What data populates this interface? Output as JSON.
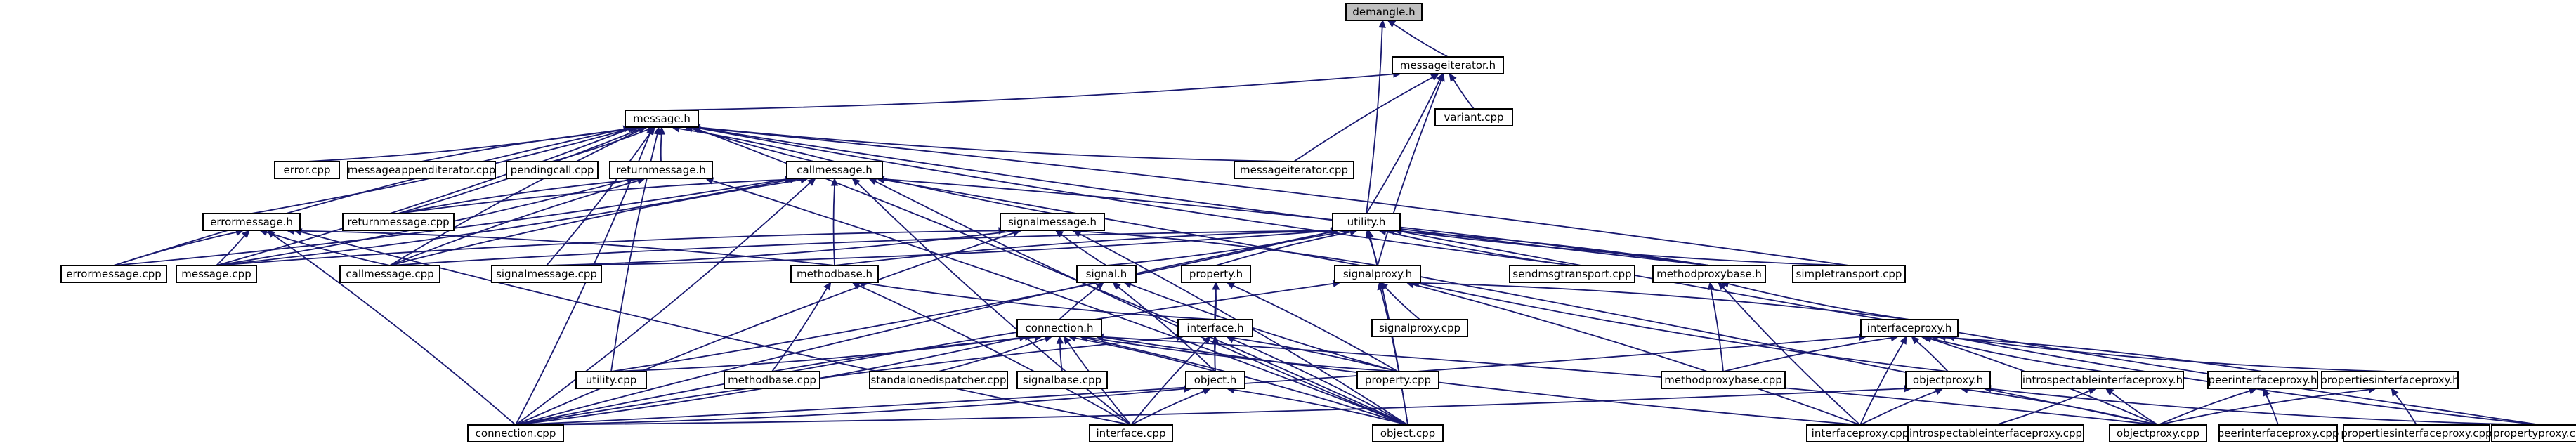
{
  "nodes": [
    {
      "id": "demangle_h",
      "label": "demangle.h",
      "root": true
    },
    {
      "id": "messageiterator_h",
      "label": "messageiterator.h"
    },
    {
      "id": "variant_cpp",
      "label": "variant.cpp"
    },
    {
      "id": "message_h",
      "label": "message.h"
    },
    {
      "id": "error_cpp",
      "label": "error.cpp"
    },
    {
      "id": "messageappenditerator_cpp",
      "label": "messageappenditerator.cpp"
    },
    {
      "id": "pendingcall_cpp",
      "label": "pendingcall.cpp"
    },
    {
      "id": "returnmessage_h",
      "label": "returnmessage.h"
    },
    {
      "id": "callmessage_h",
      "label": "callmessage.h"
    },
    {
      "id": "messageiterator_cpp",
      "label": "messageiterator.cpp"
    },
    {
      "id": "returnmessage_cpp",
      "label": "returnmessage.cpp"
    },
    {
      "id": "errormessage_h",
      "label": "errormessage.h"
    },
    {
      "id": "signalmessage_h",
      "label": "signalmessage.h"
    },
    {
      "id": "utility_h",
      "label": "utility.h"
    },
    {
      "id": "errormessage_cpp",
      "label": "errormessage.cpp"
    },
    {
      "id": "message_cpp",
      "label": "message.cpp"
    },
    {
      "id": "callmessage_cpp",
      "label": "callmessage.cpp"
    },
    {
      "id": "signalmessage_cpp",
      "label": "signalmessage.cpp"
    },
    {
      "id": "methodbase_h",
      "label": "methodbase.h"
    },
    {
      "id": "signal_h",
      "label": "signal.h"
    },
    {
      "id": "property_h",
      "label": "property.h"
    },
    {
      "id": "signalproxy_h",
      "label": "signalproxy.h"
    },
    {
      "id": "sendmsgtransport_cpp",
      "label": "sendmsgtransport.cpp"
    },
    {
      "id": "methodproxybase_h",
      "label": "methodproxybase.h"
    },
    {
      "id": "simpletransport_cpp",
      "label": "simpletransport.cpp"
    },
    {
      "id": "connection_h",
      "label": "connection.h"
    },
    {
      "id": "interface_h",
      "label": "interface.h"
    },
    {
      "id": "signalproxy_cpp",
      "label": "signalproxy.cpp"
    },
    {
      "id": "interfaceproxy_h",
      "label": "interfaceproxy.h"
    },
    {
      "id": "utility_cpp",
      "label": "utility.cpp"
    },
    {
      "id": "methodbase_cpp",
      "label": "methodbase.cpp"
    },
    {
      "id": "standalonedispatcher_cpp",
      "label": "standalonedispatcher.cpp"
    },
    {
      "id": "signalbase_cpp",
      "label": "signalbase.cpp"
    },
    {
      "id": "object_h",
      "label": "object.h"
    },
    {
      "id": "property_cpp",
      "label": "property.cpp"
    },
    {
      "id": "methodproxybase_cpp",
      "label": "methodproxybase.cpp"
    },
    {
      "id": "objectproxy_h",
      "label": "objectproxy.h"
    },
    {
      "id": "introspectableinterfaceproxy_h",
      "label": "introspectableinterfaceproxy.h"
    },
    {
      "id": "peerinterfaceproxy_h",
      "label": "peerinterfaceproxy.h"
    },
    {
      "id": "propertiesinterfaceproxy_h",
      "label": "propertiesinterfaceproxy.h"
    },
    {
      "id": "connection_cpp",
      "label": "connection.cpp"
    },
    {
      "id": "interface_cpp",
      "label": "interface.cpp"
    },
    {
      "id": "object_cpp",
      "label": "object.cpp"
    },
    {
      "id": "interfaceproxy_cpp",
      "label": "interfaceproxy.cpp"
    },
    {
      "id": "introspectableinterfaceproxy_cpp",
      "label": "introspectableinterfaceproxy.cpp"
    },
    {
      "id": "objectproxy_cpp",
      "label": "objectproxy.cpp"
    },
    {
      "id": "peerinterfaceproxy_cpp",
      "label": "peerinterfaceproxy.cpp"
    },
    {
      "id": "propertiesinterfaceproxy_cpp",
      "label": "propertiesinterfaceproxy.cpp"
    },
    {
      "id": "propertyproxy_cpp",
      "label": "propertyproxy.cpp"
    }
  ],
  "edges": [
    [
      "messageiterator_h",
      "demangle_h"
    ],
    [
      "utility_h",
      "demangle_h"
    ],
    [
      "variant_cpp",
      "messageiterator_h"
    ],
    [
      "message_h",
      "messageiterator_h"
    ],
    [
      "messageiterator_cpp",
      "messageiterator_h"
    ],
    [
      "utility_h",
      "messageiterator_h"
    ],
    [
      "signalproxy_h",
      "messageiterator_h"
    ],
    [
      "error_cpp",
      "message_h"
    ],
    [
      "messageappenditerator_cpp",
      "message_h"
    ],
    [
      "pendingcall_cpp",
      "message_h"
    ],
    [
      "returnmessage_h",
      "message_h"
    ],
    [
      "callmessage_h",
      "message_h"
    ],
    [
      "messageiterator_cpp",
      "message_h"
    ],
    [
      "errormessage_h",
      "message_h"
    ],
    [
      "signalmessage_h",
      "message_h"
    ],
    [
      "message_cpp",
      "message_h"
    ],
    [
      "errormessage_cpp",
      "message_h"
    ],
    [
      "returnmessage_cpp",
      "message_h"
    ],
    [
      "callmessage_cpp",
      "message_h"
    ],
    [
      "signalmessage_cpp",
      "message_h"
    ],
    [
      "utility_cpp",
      "message_h"
    ],
    [
      "connection_cpp",
      "message_h"
    ],
    [
      "sendmsgtransport_cpp",
      "message_h"
    ],
    [
      "simpletransport_cpp",
      "message_h"
    ],
    [
      "methodproxybase_h",
      "message_h"
    ],
    [
      "object_cpp",
      "message_h"
    ],
    [
      "returnmessage_cpp",
      "returnmessage_h"
    ],
    [
      "message_cpp",
      "returnmessage_h"
    ],
    [
      "callmessage_cpp",
      "returnmessage_h"
    ],
    [
      "object_cpp",
      "returnmessage_h"
    ],
    [
      "methodbase_h",
      "callmessage_h"
    ],
    [
      "message_cpp",
      "callmessage_h"
    ],
    [
      "callmessage_cpp",
      "callmessage_h"
    ],
    [
      "connection_cpp",
      "callmessage_h"
    ],
    [
      "interface_cpp",
      "callmessage_h"
    ],
    [
      "errormessage_cpp",
      "callmessage_h"
    ],
    [
      "returnmessage_cpp",
      "callmessage_h"
    ],
    [
      "methodproxybase_h",
      "callmessage_h"
    ],
    [
      "object_cpp",
      "callmessage_h"
    ],
    [
      "objectproxy_cpp",
      "callmessage_h"
    ],
    [
      "errormessage_cpp",
      "errormessage_h"
    ],
    [
      "message_cpp",
      "errormessage_h"
    ],
    [
      "callmessage_cpp",
      "errormessage_h"
    ],
    [
      "connection_cpp",
      "errormessage_h"
    ],
    [
      "interface_cpp",
      "errormessage_h"
    ],
    [
      "methodbase_h",
      "errormessage_h"
    ],
    [
      "message_cpp",
      "signalmessage_h"
    ],
    [
      "signalmessage_cpp",
      "signalmessage_h"
    ],
    [
      "signal_h",
      "signalmessage_h"
    ],
    [
      "signalproxy_h",
      "signalmessage_h"
    ],
    [
      "connection_cpp",
      "signalmessage_h"
    ],
    [
      "object_cpp",
      "signalmessage_h"
    ],
    [
      "callmessage_cpp",
      "utility_h"
    ],
    [
      "signalmessage_cpp",
      "utility_h"
    ],
    [
      "methodbase_h",
      "utility_h"
    ],
    [
      "signal_h",
      "utility_h"
    ],
    [
      "property_h",
      "utility_h"
    ],
    [
      "signalproxy_h",
      "utility_h"
    ],
    [
      "sendmsgtransport_cpp",
      "utility_h"
    ],
    [
      "methodproxybase_h",
      "utility_h"
    ],
    [
      "simpletransport_cpp",
      "utility_h"
    ],
    [
      "utility_cpp",
      "utility_h"
    ],
    [
      "connection_cpp",
      "utility_h"
    ],
    [
      "object_cpp",
      "utility_h"
    ],
    [
      "propertyproxy_cpp",
      "utility_h"
    ],
    [
      "methodbase_cpp",
      "methodbase_h"
    ],
    [
      "interface_h",
      "methodbase_h"
    ],
    [
      "interface_cpp",
      "methodbase_h"
    ],
    [
      "connection_h",
      "signal_h"
    ],
    [
      "object_h",
      "signal_h"
    ],
    [
      "property_cpp",
      "signal_h"
    ],
    [
      "interface_h",
      "property_h"
    ],
    [
      "object_h",
      "property_h"
    ],
    [
      "property_cpp",
      "property_h"
    ],
    [
      "signalproxy_cpp",
      "signalproxy_h"
    ],
    [
      "interfaceproxy_h",
      "signalproxy_h"
    ],
    [
      "connection_cpp",
      "signalproxy_h"
    ],
    [
      "object_cpp",
      "signalproxy_h"
    ],
    [
      "objectproxy_h",
      "signalproxy_h"
    ],
    [
      "interfaceproxy_cpp",
      "signalproxy_h"
    ],
    [
      "interfaceproxy_h",
      "methodproxybase_h"
    ],
    [
      "methodproxybase_cpp",
      "methodproxybase_h"
    ],
    [
      "interfaceproxy_cpp",
      "methodproxybase_h"
    ],
    [
      "utility_cpp",
      "connection_h"
    ],
    [
      "methodbase_cpp",
      "connection_h"
    ],
    [
      "standalonedispatcher_cpp",
      "connection_h"
    ],
    [
      "signalbase_cpp",
      "connection_h"
    ],
    [
      "object_h",
      "connection_h"
    ],
    [
      "property_cpp",
      "connection_h"
    ],
    [
      "connection_cpp",
      "connection_h"
    ],
    [
      "interface_cpp",
      "connection_h"
    ],
    [
      "object_cpp",
      "connection_h"
    ],
    [
      "interfaceproxy_cpp",
      "connection_h"
    ],
    [
      "objectproxy_cpp",
      "connection_h"
    ],
    [
      "object_h",
      "interface_h"
    ],
    [
      "property_cpp",
      "interface_h"
    ],
    [
      "interface_cpp",
      "interface_h"
    ],
    [
      "object_cpp",
      "interface_h"
    ],
    [
      "connection_cpp",
      "interface_h"
    ],
    [
      "connection_cpp",
      "object_h"
    ],
    [
      "interface_cpp",
      "object_h"
    ],
    [
      "object_cpp",
      "object_h"
    ],
    [
      "methodproxybase_cpp",
      "interfaceproxy_h"
    ],
    [
      "objectproxy_h",
      "interfaceproxy_h"
    ],
    [
      "introspectableinterfaceproxy_h",
      "interfaceproxy_h"
    ],
    [
      "peerinterfaceproxy_h",
      "interfaceproxy_h"
    ],
    [
      "propertiesinterfaceproxy_h",
      "interfaceproxy_h"
    ],
    [
      "connection_cpp",
      "interfaceproxy_h"
    ],
    [
      "interfaceproxy_cpp",
      "interfaceproxy_h"
    ],
    [
      "objectproxy_cpp",
      "interfaceproxy_h"
    ],
    [
      "propertyproxy_cpp",
      "interfaceproxy_h"
    ],
    [
      "connection_cpp",
      "objectproxy_h"
    ],
    [
      "interfaceproxy_cpp",
      "objectproxy_h"
    ],
    [
      "objectproxy_cpp",
      "objectproxy_h"
    ],
    [
      "propertyproxy_cpp",
      "objectproxy_h"
    ],
    [
      "introspectableinterfaceproxy_cpp",
      "introspectableinterfaceproxy_h"
    ],
    [
      "objectproxy_cpp",
      "introspectableinterfaceproxy_h"
    ],
    [
      "peerinterfaceproxy_cpp",
      "peerinterfaceproxy_h"
    ],
    [
      "objectproxy_cpp",
      "peerinterfaceproxy_h"
    ],
    [
      "propertiesinterfaceproxy_cpp",
      "propertiesinterfaceproxy_h"
    ],
    [
      "objectproxy_cpp",
      "propertiesinterfaceproxy_h"
    ]
  ]
}
